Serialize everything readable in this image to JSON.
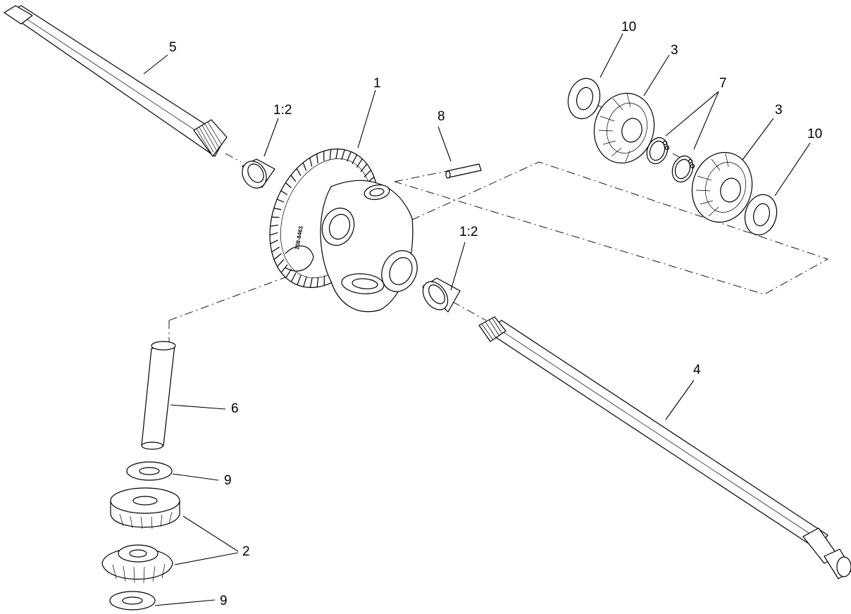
{
  "callouts": {
    "c1": "1",
    "c1_2_top": "1:2",
    "c1_2_mid": "1:2",
    "c2": "2",
    "c3_a": "3",
    "c3_b": "3",
    "c4": "4",
    "c5": "5",
    "c6": "6",
    "c7": "7",
    "c8": "8",
    "c9_a": "9",
    "c9_b": "9",
    "c10_a": "10",
    "c10_b": "10"
  },
  "gear_stamp": "108-8463"
}
